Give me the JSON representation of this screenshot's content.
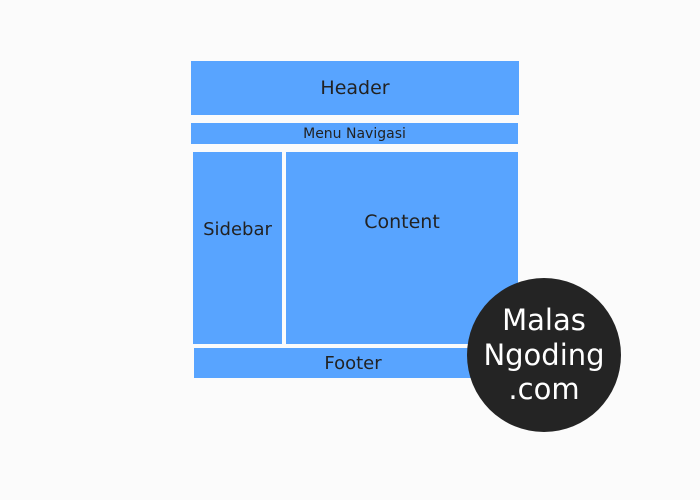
{
  "layout": {
    "header": "Header",
    "menu": "Menu Navigasi",
    "sidebar": "Sidebar",
    "content": "Content",
    "footer": "Footer"
  },
  "logo": {
    "line1": "Malas",
    "line2": "Ngoding",
    "line3": ".com"
  },
  "colors": {
    "background": "#fbfbfb",
    "block": "#58a4ff",
    "text": "#222222",
    "logo_bg": "#242424",
    "logo_text": "#ffffff"
  }
}
